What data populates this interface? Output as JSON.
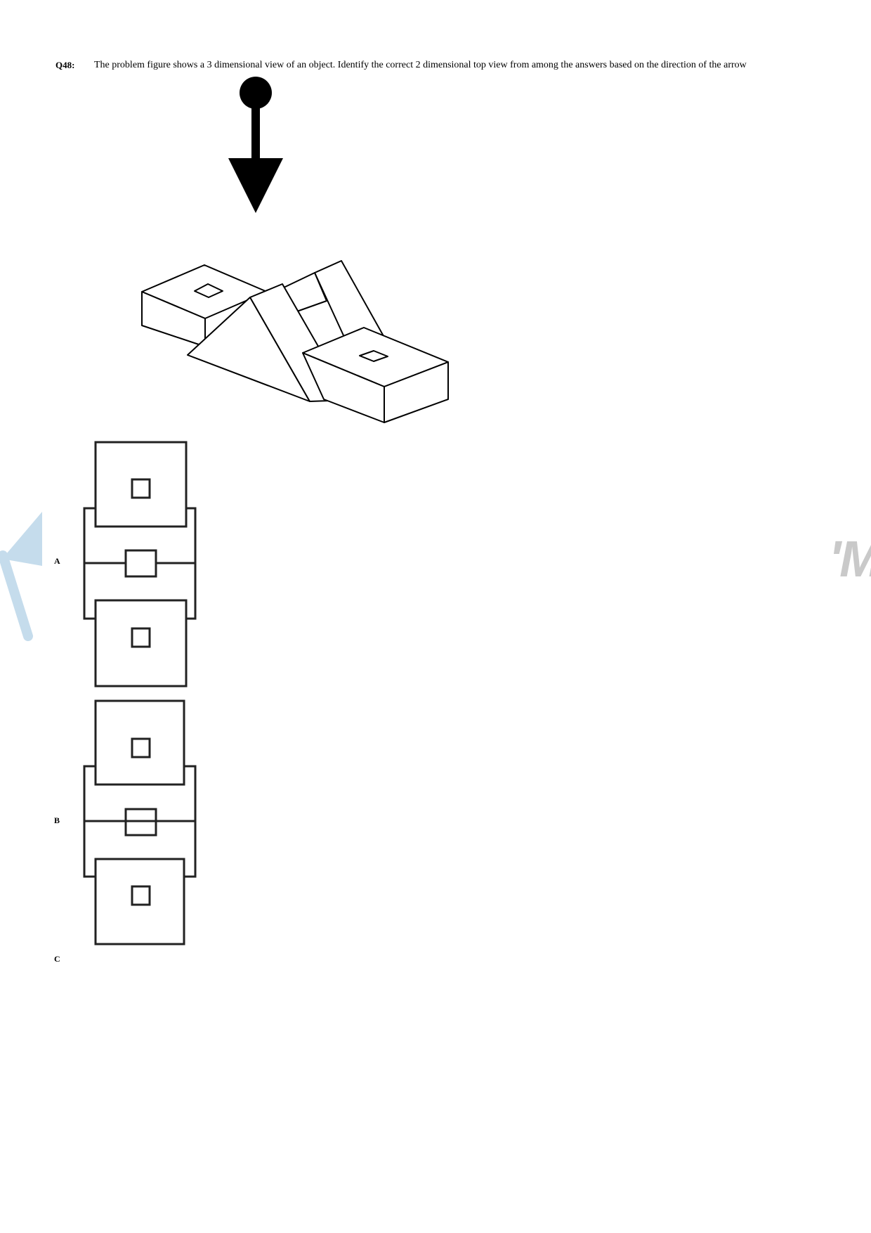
{
  "question": {
    "number": "Q48:",
    "text": "The problem figure shows a 3 dimensional view of an object. Identify the correct 2 dimensional top view from among the answers based on the direction of the arrow"
  },
  "options": [
    {
      "label": "A"
    },
    {
      "label": "B"
    },
    {
      "label": "C"
    }
  ],
  "watermark": {
    "text": "'M",
    "color": "#c9c9c9",
    "logo_color": "#c5dcec"
  },
  "icons": {
    "view_arrow": "down-arrow-icon"
  }
}
